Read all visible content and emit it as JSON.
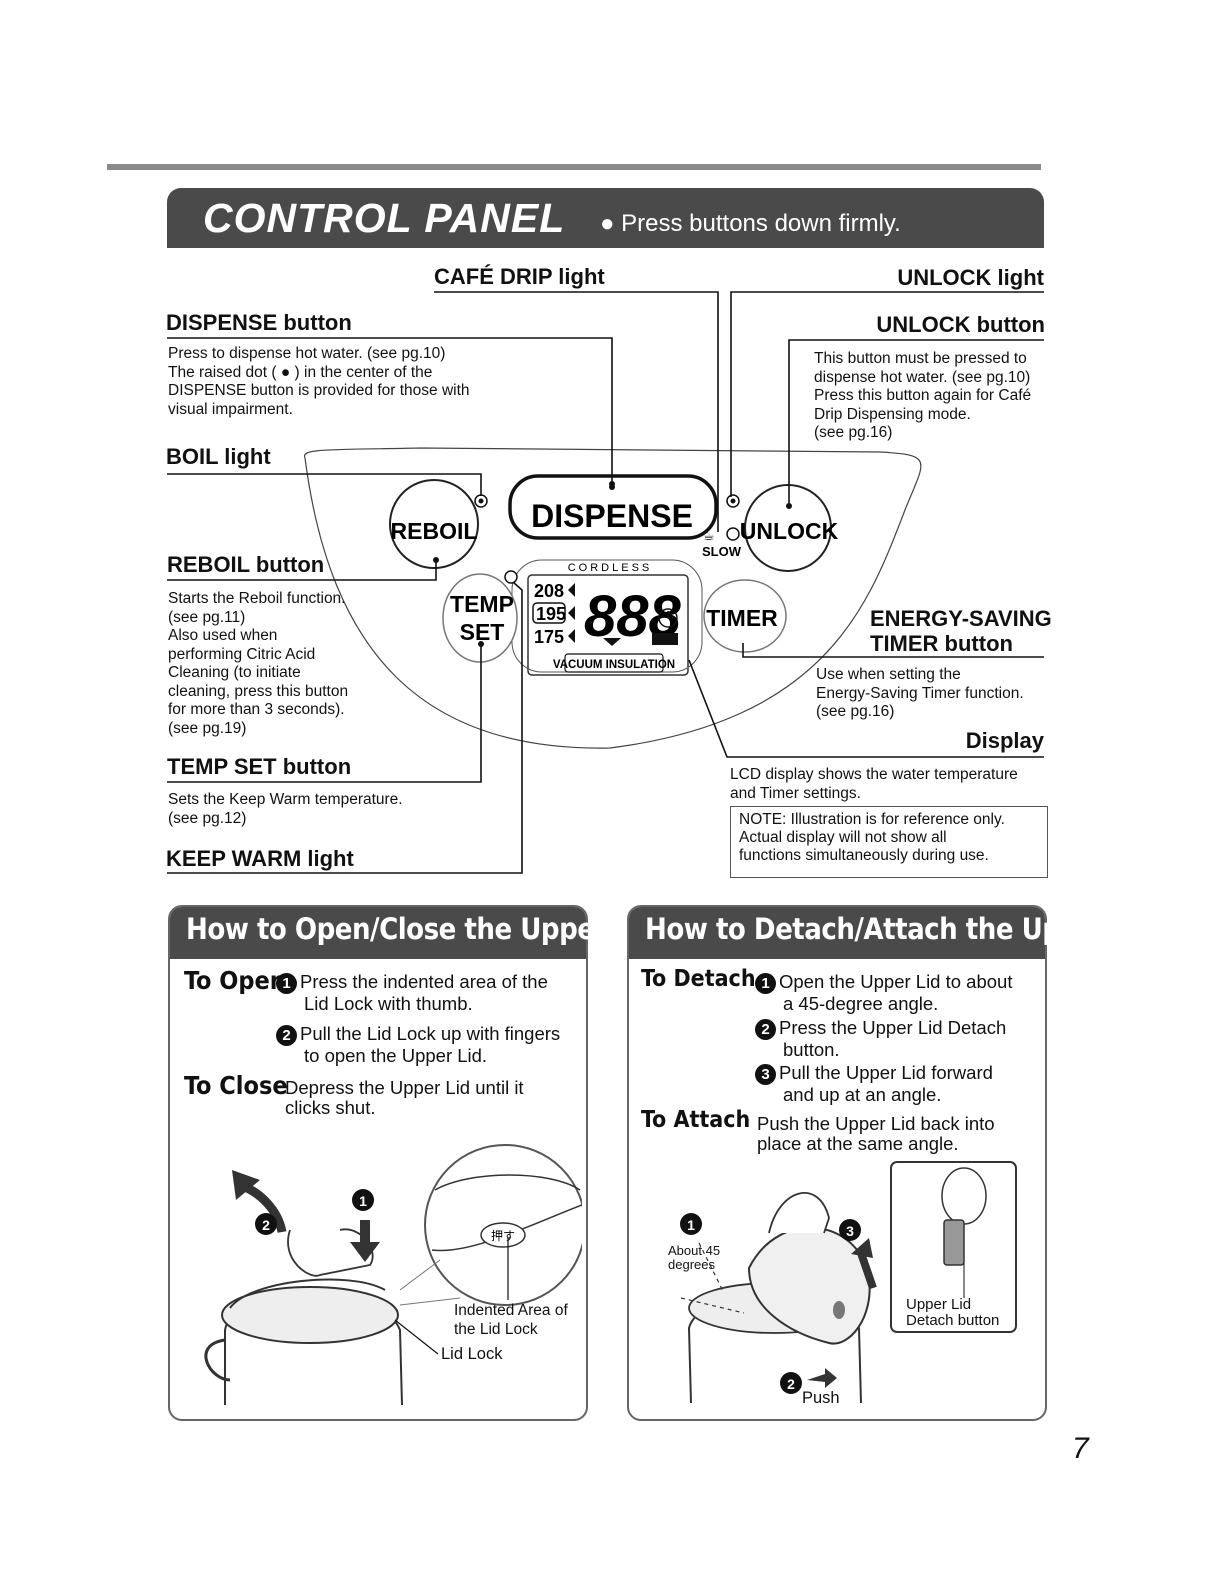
{
  "header": {
    "title": "CONTROL PANEL",
    "subtitle": "● Press buttons down firmly."
  },
  "labels": {
    "cafe_drip_light": "CAFÉ DRIP light",
    "unlock_light": "UNLOCK light",
    "dispense_button": {
      "title": "DISPENSE button",
      "desc": [
        "Press to dispense hot water. (see pg.10)",
        "The raised dot ( ● ) in the center of the",
        "DISPENSE button is provided for those with",
        "visual impairment."
      ]
    },
    "unlock_button": {
      "title": "UNLOCK button",
      "desc": [
        "This button must be pressed to",
        "dispense hot water. (see pg.10)",
        "Press this button again for Café",
        "Drip Dispensing mode.",
        "(see pg.16)"
      ]
    },
    "boil_light": "BOIL light",
    "reboil_button": {
      "title": "REBOIL button",
      "desc": [
        "Starts the Reboil function.",
        "(see pg.11)",
        "Also used when",
        "performing Citric Acid",
        "Cleaning (to initiate",
        "cleaning, press this button",
        "for more than 3 seconds).",
        "(see pg.19)"
      ]
    },
    "energy_saving_timer": {
      "title_line1": "ENERGY-SAVING",
      "title_line2": "TIMER button",
      "desc": [
        "Use when setting the",
        "Energy-Saving Timer function.",
        "(see pg.16)"
      ]
    },
    "display": {
      "title": "Display",
      "desc": [
        "LCD display shows the water temperature",
        "and Timer settings."
      ]
    },
    "temp_set_button": {
      "title": "TEMP SET button",
      "desc": [
        "Sets the Keep Warm temperature.",
        "(see pg.12)"
      ]
    },
    "keep_warm_light": "KEEP WARM light",
    "note": [
      "NOTE: Illustration is for reference only.",
      "Actual display will not show all",
      "functions simultaneously during use."
    ]
  },
  "panel": {
    "reboil": "REBOIL",
    "dispense": "DISPENSE",
    "unlock": "UNLOCK",
    "temp": "TEMP",
    "set": "SET",
    "timer": "TIMER",
    "slow": "SLOW",
    "cordless": "CORDLESS",
    "temp_208": "208",
    "temp_195": "195",
    "temp_175": "175",
    "digits": "888",
    "vacuum": "VACUUM INSULATION"
  },
  "open_close": {
    "title": "How to Open/Close the Upper Lid",
    "to_open": "To Open",
    "open_step1": [
      "Press the indented area of the",
      "Lid Lock with thumb."
    ],
    "open_step2": [
      "Pull the Lid Lock up with fingers",
      "to open the Upper Lid."
    ],
    "to_close": "To Close",
    "close_text": [
      "Depress the Upper Lid until it",
      "clicks shut."
    ],
    "indented_area": [
      "Indented Area of",
      "the Lid Lock"
    ],
    "lid_lock": "Lid Lock",
    "stamp_text": "押す"
  },
  "detach_attach": {
    "title": "How to Detach/Attach the Upper Lid",
    "to_detach": "To Detach",
    "detach_step1": [
      "Open the Upper Lid to about",
      "a 45-degree angle."
    ],
    "detach_step2": [
      "Press the Upper Lid Detach",
      "button."
    ],
    "detach_step3": [
      "Pull the Upper Lid forward",
      "and up at an angle."
    ],
    "to_attach": "To Attach",
    "attach_text": [
      "Push the Upper Lid back into",
      "place at the same angle."
    ],
    "about_45": [
      "About 45",
      "degrees"
    ],
    "detach_button_label": [
      "Upper Lid",
      "Detach button"
    ],
    "push": "Push"
  },
  "step_numbers": [
    "1",
    "2",
    "3"
  ],
  "page_number": "7"
}
